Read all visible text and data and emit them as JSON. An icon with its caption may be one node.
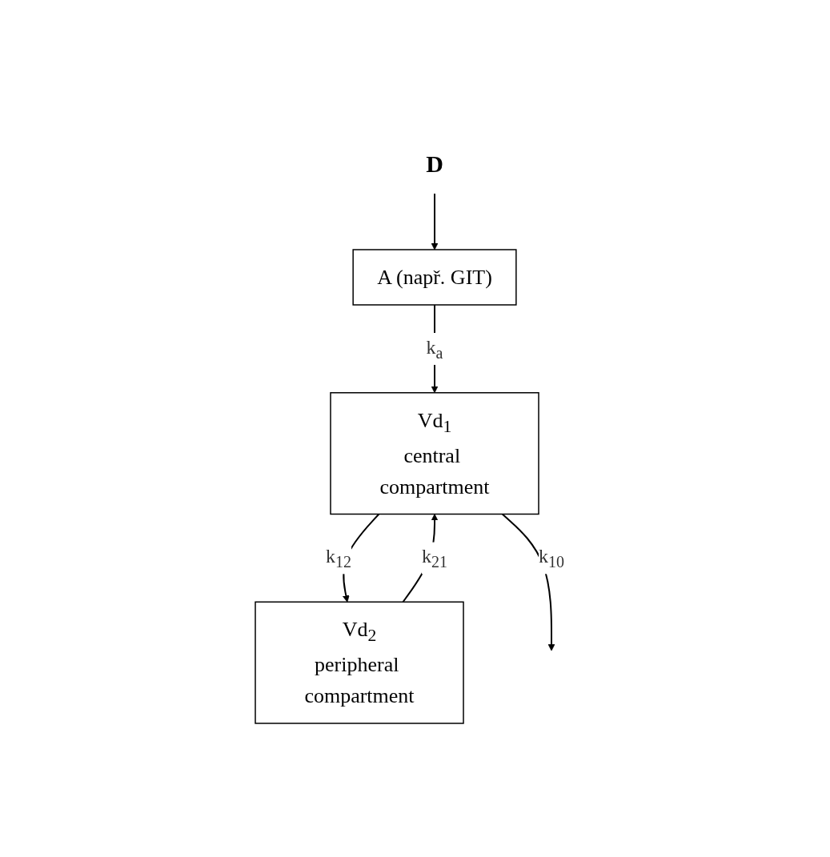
{
  "diagram": {
    "nodes": [
      {
        "text": [
          "D"
        ]
      },
      {
        "text": [
          "A (např. GIT)"
        ]
      },
      {
        "text": [
          "Vd$_{1}$",
          "central compartment"
        ]
      },
      {
        "text": [
          "Vd$_{2}$",
          "peripheral compartment"
        ]
      }
    ],
    "edges": [
      {
        "from": 0,
        "to": 1,
        "arrow": "to"
      },
      {
        "from": 1,
        "to": 2,
        "arrow": "to",
        "label": "k$_{a}$"
      },
      {
        "from": 2,
        "to": 3,
        "arrow": "to",
        "label": "k$_{12}$"
      },
      {
        "from": 3,
        "to": 2,
        "arrow": "to",
        "label": "k$_{21}$"
      },
      {
        "from": 2,
        "to": null,
        "arrow": "to",
        "label": "k$_{10}$"
      }
    ]
  }
}
